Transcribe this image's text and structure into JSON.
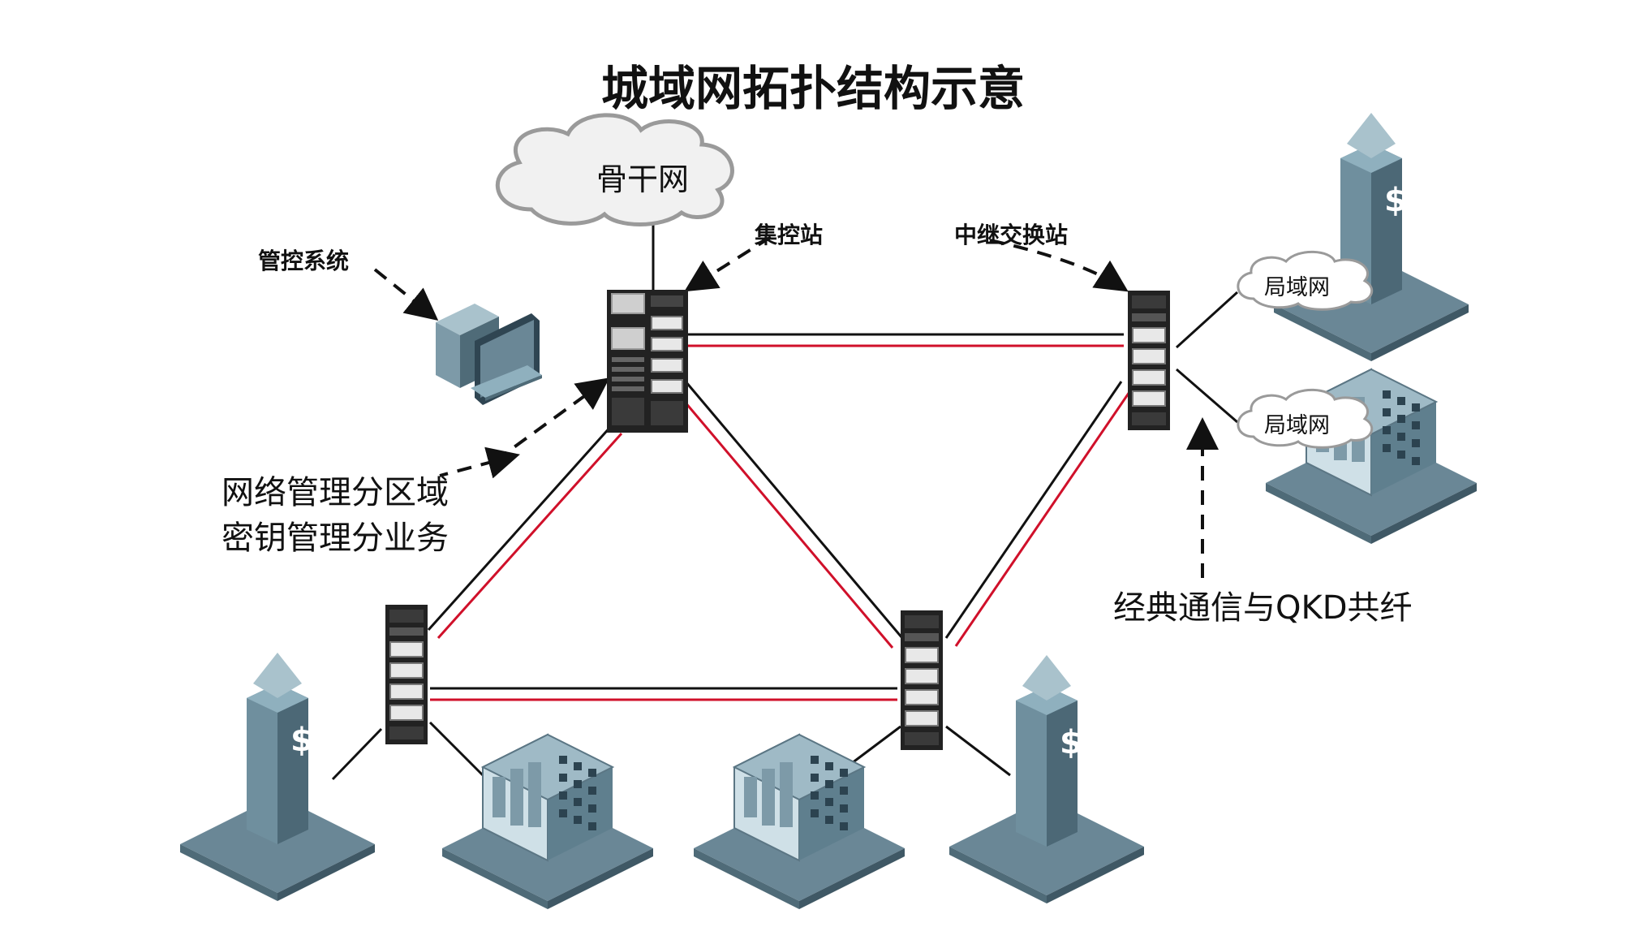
{
  "title": "城域网拓扑结构示意",
  "labels": {
    "backbone": "骨干网",
    "central_station": "集控站",
    "relay_station": "中继交换站",
    "management_system": "管控系统",
    "lan_1": "局域网",
    "lan_2": "局域网",
    "zones_line1": "网络管理分区域",
    "zones_line2": "密钥管理分业务",
    "cofiber": "经典通信与QKD共纤"
  },
  "colors": {
    "classical_link": "#111111",
    "qkd_link": "#d0102a",
    "device_dark": "#2a2a2a",
    "building_slate": "#5f7f8e",
    "building_light": "#bfd3dc"
  },
  "icons": [
    "cloud-icon",
    "server-rack-icon",
    "computer-icon",
    "bank-tower-icon",
    "office-building-icon"
  ]
}
